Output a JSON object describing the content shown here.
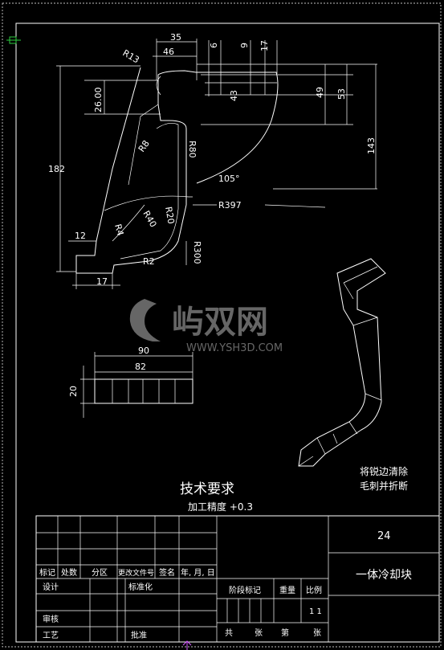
{
  "drawing": {
    "part_name": "一体冷却块",
    "drawing_number": "24",
    "notes": [
      "将锐边清除",
      "毛刺并折断"
    ],
    "tech_requirements": {
      "title": "技术要求",
      "accuracy": "加工精度 +0.3"
    },
    "watermark": {
      "text": "屿双网",
      "url": "WWW.YSH3D.COM"
    },
    "dimensions": {
      "d35": "35",
      "d46": "46",
      "r13": "R13",
      "d6": "6",
      "d9": "9",
      "d17top": "17",
      "d43": "43",
      "d49": "49",
      "d53": "53",
      "d26": "26.00",
      "d143": "143",
      "d182": "182",
      "r8": "R8",
      "r80": "R80",
      "a105": "105°",
      "r397": "R397",
      "r4": "R4",
      "r40": "R40",
      "r20": "R20",
      "d12": "12",
      "r2": "R2",
      "r300": "R300",
      "d17bot": "17",
      "d90": "90",
      "d82": "82",
      "d20": "20"
    },
    "title_block": {
      "row_labels": [
        "标记",
        "处数",
        "分区",
        "更改文件号",
        "签名",
        "年, 月, 日"
      ],
      "design": "设计",
      "standardization": "标准化",
      "review": "审核",
      "process": "工艺",
      "approve": "批准",
      "stage_mark": "阶段标记",
      "weight": "重量",
      "scale": "比例",
      "scale_value": "1 1",
      "total": "共",
      "sheets": "张",
      "sheet_no": "第",
      "sheet_unit": "张"
    }
  }
}
